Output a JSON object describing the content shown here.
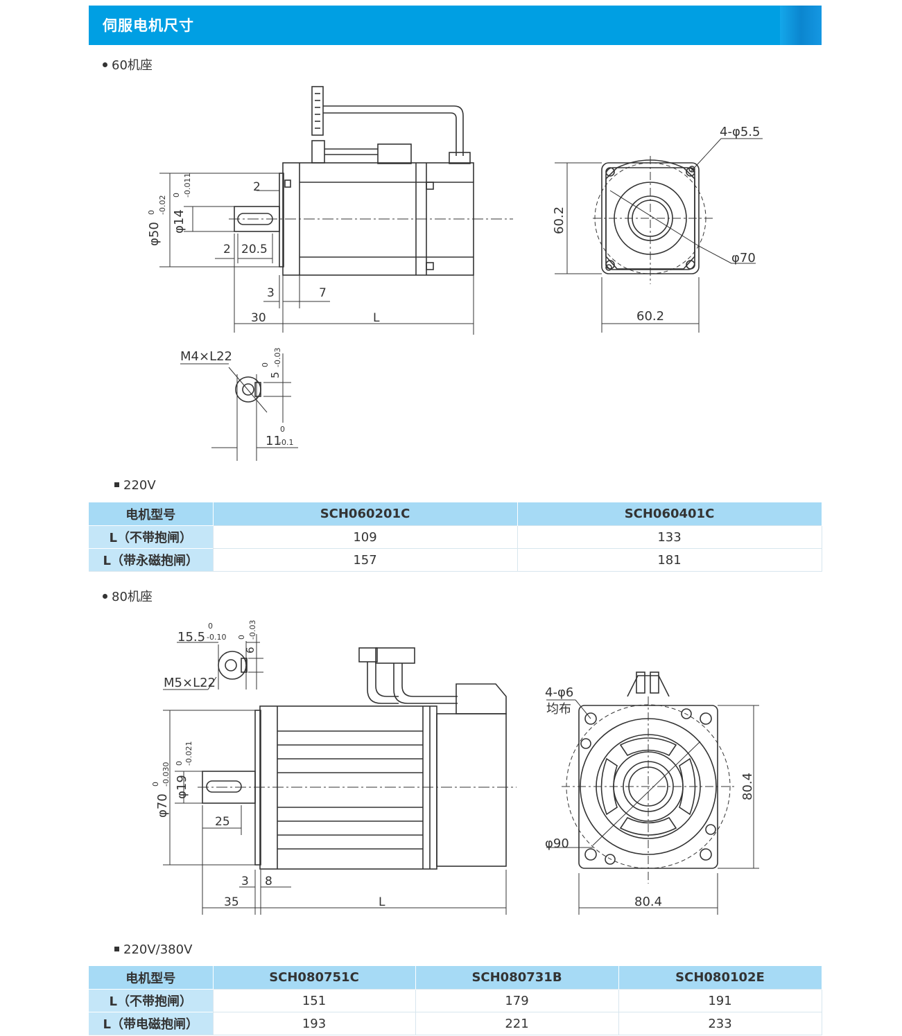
{
  "header": {
    "title": "伺服电机尺寸"
  },
  "sections": {
    "s60": {
      "label": "60机座",
      "voltage": "220V",
      "dims": {
        "d_hole": "4-φ5.5",
        "d_pcd": "φ70",
        "flange_h": "60.2",
        "flange_w": "60.2",
        "d_spigot": "φ50",
        "spigot_tol_top": "0",
        "spigot_tol_bot": "-0.02",
        "d_shaft": "φ14",
        "shaft_tol_top": "0",
        "shaft_tol_bot": "-0.011",
        "flange_t": "2",
        "key_len": "20.5",
        "key_off": "2",
        "dim3": "3",
        "dim7": "7",
        "shaft_len": "30",
        "body_len": "L",
        "thread": "M4×L22",
        "key_w": "5",
        "key_w_tol_top": "0",
        "key_w_tol_bot": "-0.03",
        "key_h": "11",
        "key_h_tol_top": "0",
        "key_h_tol_bot": "-0.1"
      },
      "table": {
        "header_label": "电机型号",
        "models": [
          "SCH060201C",
          "SCH060401C"
        ],
        "rows": [
          {
            "label": "L（不带抱闸）",
            "values": [
              "109",
              "133"
            ]
          },
          {
            "label": "L（带永磁抱闸）",
            "values": [
              "157",
              "181"
            ]
          }
        ]
      }
    },
    "s80": {
      "label": "80机座",
      "voltage": "220V/380V",
      "dims": {
        "key_h": "15.5",
        "key_h_tol_top": "0",
        "key_h_tol_bot": "-0.10",
        "key_w": "6",
        "key_w_tol_top": "0",
        "key_w_tol_bot": "-0.03",
        "thread": "M5×L22",
        "d_spigot": "φ70",
        "spigot_tol_top": "0",
        "spigot_tol_bot": "-0.030",
        "d_shaft": "φ19",
        "shaft_tol_top": "0",
        "shaft_tol_bot": "-0.021",
        "key_len": "25",
        "dim3": "3",
        "dim8": "8",
        "shaft_len": "35",
        "body_len": "L",
        "d_hole": "4-φ6",
        "d_hole_note": "均布",
        "d_pcd": "φ90",
        "flange_h": "80.4",
        "flange_w": "80.4"
      },
      "table": {
        "header_label": "电机型号",
        "models": [
          "SCH080751C",
          "SCH080731B",
          "SCH080102E"
        ],
        "rows": [
          {
            "label": "L（不带抱闸）",
            "values": [
              "151",
              "179",
              "191"
            ]
          },
          {
            "label": "L（带电磁抱闸）",
            "values": [
              "193",
              "221",
              "233"
            ]
          }
        ]
      }
    }
  },
  "colors": {
    "header_bg": "#009fe3",
    "table_head_bg": "#a6daf5",
    "row_head_bg": "#c4e6f8",
    "line": "#333333"
  }
}
